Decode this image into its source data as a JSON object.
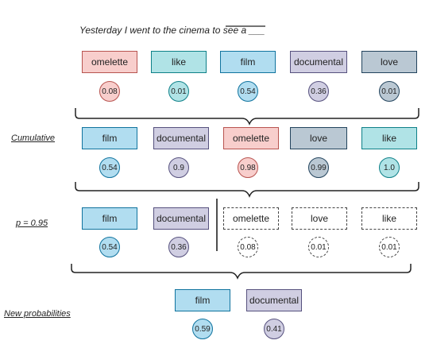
{
  "sentence": "Yesterday I went to the cinema to see a ___",
  "labels": {
    "cumulative": "Cumulative",
    "threshold": "p = 0.95",
    "new_probs": "New probabilities"
  },
  "colors": {
    "omelette": {
      "fill": "#f8cecc",
      "stroke": "#b85450"
    },
    "like": {
      "fill": "#b0e3e6",
      "stroke": "#0e8088"
    },
    "film": {
      "fill": "#b1ddf0",
      "stroke": "#10739e"
    },
    "documental": {
      "fill": "#d0cee2",
      "stroke": "#56517e"
    },
    "love": {
      "fill": "#bac8d3",
      "stroke": "#23445d"
    }
  },
  "rows": [
    {
      "words": [
        {
          "word": "omelette",
          "value": "0.08"
        },
        {
          "word": "like",
          "value": "0.01"
        },
        {
          "word": "film",
          "value": "0.54"
        },
        {
          "word": "documental",
          "value": "0.36"
        },
        {
          "word": "love",
          "value": "0.01"
        }
      ]
    },
    {
      "words": [
        {
          "word": "film",
          "value": "0.54"
        },
        {
          "word": "documental",
          "value": "0.9"
        },
        {
          "word": "omelette",
          "value": "0.98"
        },
        {
          "word": "love",
          "value": "0.99"
        },
        {
          "word": "like",
          "value": "1.0"
        }
      ]
    },
    {
      "kept": [
        {
          "word": "film",
          "value": "0.54"
        },
        {
          "word": "documental",
          "value": "0.36"
        }
      ],
      "dropped": [
        {
          "word": "omelette",
          "value": "0.08"
        },
        {
          "word": "love",
          "value": "0.01"
        },
        {
          "word": "like",
          "value": "0.01"
        }
      ]
    },
    {
      "words": [
        {
          "word": "film",
          "value": "0.59"
        },
        {
          "word": "documental",
          "value": "0.41"
        }
      ]
    }
  ]
}
